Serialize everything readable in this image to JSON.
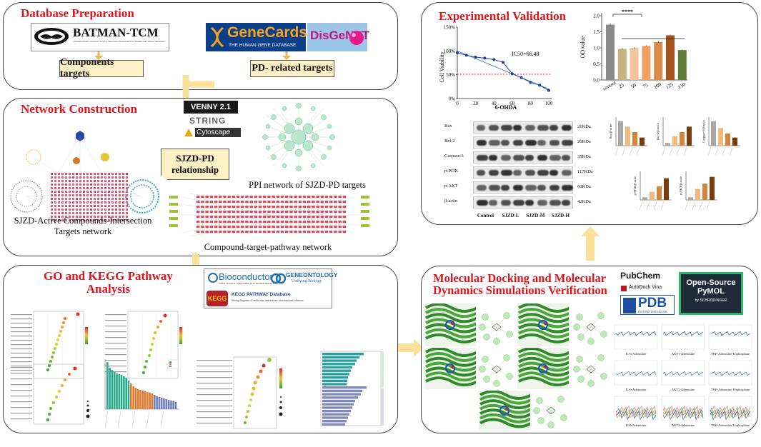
{
  "panels": {
    "database": {
      "title": "Database Preparation"
    },
    "network": {
      "title": "Network Construction"
    },
    "go_kegg": {
      "title_line1": "GO and KEGG Pathway",
      "title_line2": "Analysis"
    },
    "docking": {
      "title_line1": "Molecular Docking and Molecular",
      "title_line2": "Dynamics Simulations Verification"
    },
    "experimental": {
      "title": "Experimental Validation"
    }
  },
  "database": {
    "batman_logo": "BATMAN-TCM",
    "batman_tagline": "a Bioinformatics Analysis Tool for Molecular mechANism of Traditional Chinese Medicine",
    "genecards_logo": "GeneCards",
    "genecards_tagline": "THE HUMAN GENE DATABASE",
    "disgenet_logo": "DisGeNET",
    "components_box": "Components targets",
    "pd_box": "PD- related targets"
  },
  "network": {
    "tools": [
      "VENNY 2.1",
      "STRING",
      "Cytoscape"
    ],
    "relationship_line1": "SJZD-PD",
    "relationship_line2": "relationship",
    "ppi_caption": "PPI network of SJZD-PD targets",
    "compound_network_caption_line1": "SJZD-Active Compounds-Intersection",
    "compound_network_caption_line2": "Targets network",
    "pathway_network_caption": "Compound-target-pathway network"
  },
  "go_kegg": {
    "bioconductor_logo": "Bioconductor",
    "bioconductor_tagline": "OPEN SOURCE SOFTWARE FOR BIOINFORMATICS",
    "geneontology_logo": "GENEONTOLOGY",
    "geneontology_tagline": "Unifying Biology",
    "kegg_logo": "KEGG",
    "kegg_title": "KEGG PATHWAY Database",
    "kegg_subtitle": "Wiring diagrams of molecular interactions, reactions and relations"
  },
  "docking": {
    "pubchem_logo": "PubChem",
    "autodock_logo": "AutoDock Vina",
    "pdb_logo": "PDB",
    "pdb_tagline": "PROTEIN DATA BANK",
    "pymol_logo_line1": "Open-Source",
    "pymol_logo_line2": "PyMOL",
    "pymol_tagline": "by SCHRÖDINGER",
    "md_labels": [
      "IL-6-Adenosine",
      "AKT1-Adenosine",
      "TNF-Adenosine Triphosphate"
    ]
  },
  "experimental": {
    "viability_chart": {
      "ylabel": "Cell Viability",
      "xlabel": "6-OHDA",
      "annotation": "IC50=66.48",
      "y_ticks": [
        "0%",
        "50%",
        "100%",
        "150%"
      ],
      "x_ticks": [
        "0",
        "20",
        "40",
        "60",
        "80",
        "100"
      ]
    },
    "od_chart": {
      "ylabel": "OD value",
      "significance": "****",
      "y_ticks": [
        "0.0",
        "0.5",
        "1.0",
        "1.5",
        "2.0"
      ],
      "categories": [
        "control",
        "25",
        "50",
        "75",
        "100",
        "125",
        "150"
      ]
    },
    "western_blot": {
      "proteins": [
        "Bax",
        "Bcl-2",
        "Caspase-3",
        "p-PI3K",
        "p-AKT",
        "β-actin"
      ],
      "weights": [
        "21KDa",
        "26KDa",
        "35KDa",
        "117KDa",
        "60KDa",
        "42KDa"
      ],
      "groups": [
        "Control",
        "SJZD-L",
        "SJZD-M",
        "SJZD-H"
      ]
    },
    "quant_labels": [
      "Bax/β-actin",
      "Bcl-2/β-actin",
      "Caspase-3/β-actin",
      "p-PI3K/β-actin",
      "p-AKT/β-actin"
    ]
  },
  "chart_data": [
    {
      "type": "line",
      "x": [
        0,
        10,
        20,
        30,
        40,
        50,
        60,
        70,
        80,
        90,
        100
      ],
      "values": [
        96,
        91,
        87,
        85,
        82,
        76,
        52,
        44,
        34,
        28,
        17
      ],
      "xlabel": "6-OHDA",
      "ylabel": "Cell Viability",
      "ylim": [
        0,
        150
      ],
      "xlim": [
        0,
        100
      ]
    },
    {
      "type": "bar",
      "categories": [
        "control",
        "25",
        "50",
        "75",
        "100",
        "125",
        "150"
      ],
      "values": [
        1.72,
        0.97,
        1.0,
        1.06,
        1.18,
        1.39,
        0.93
      ],
      "errors": [
        0.05,
        0.02,
        0.02,
        0.02,
        0.03,
        0.02,
        0.02
      ],
      "colors": [
        "#8a8a8a",
        "#c8b380",
        "#f4c59a",
        "#f0a060",
        "#d98c4a",
        "#a4541a",
        "#5f7e3a"
      ],
      "ylabel": "OD value",
      "ylim": [
        0,
        2.0
      ]
    }
  ]
}
